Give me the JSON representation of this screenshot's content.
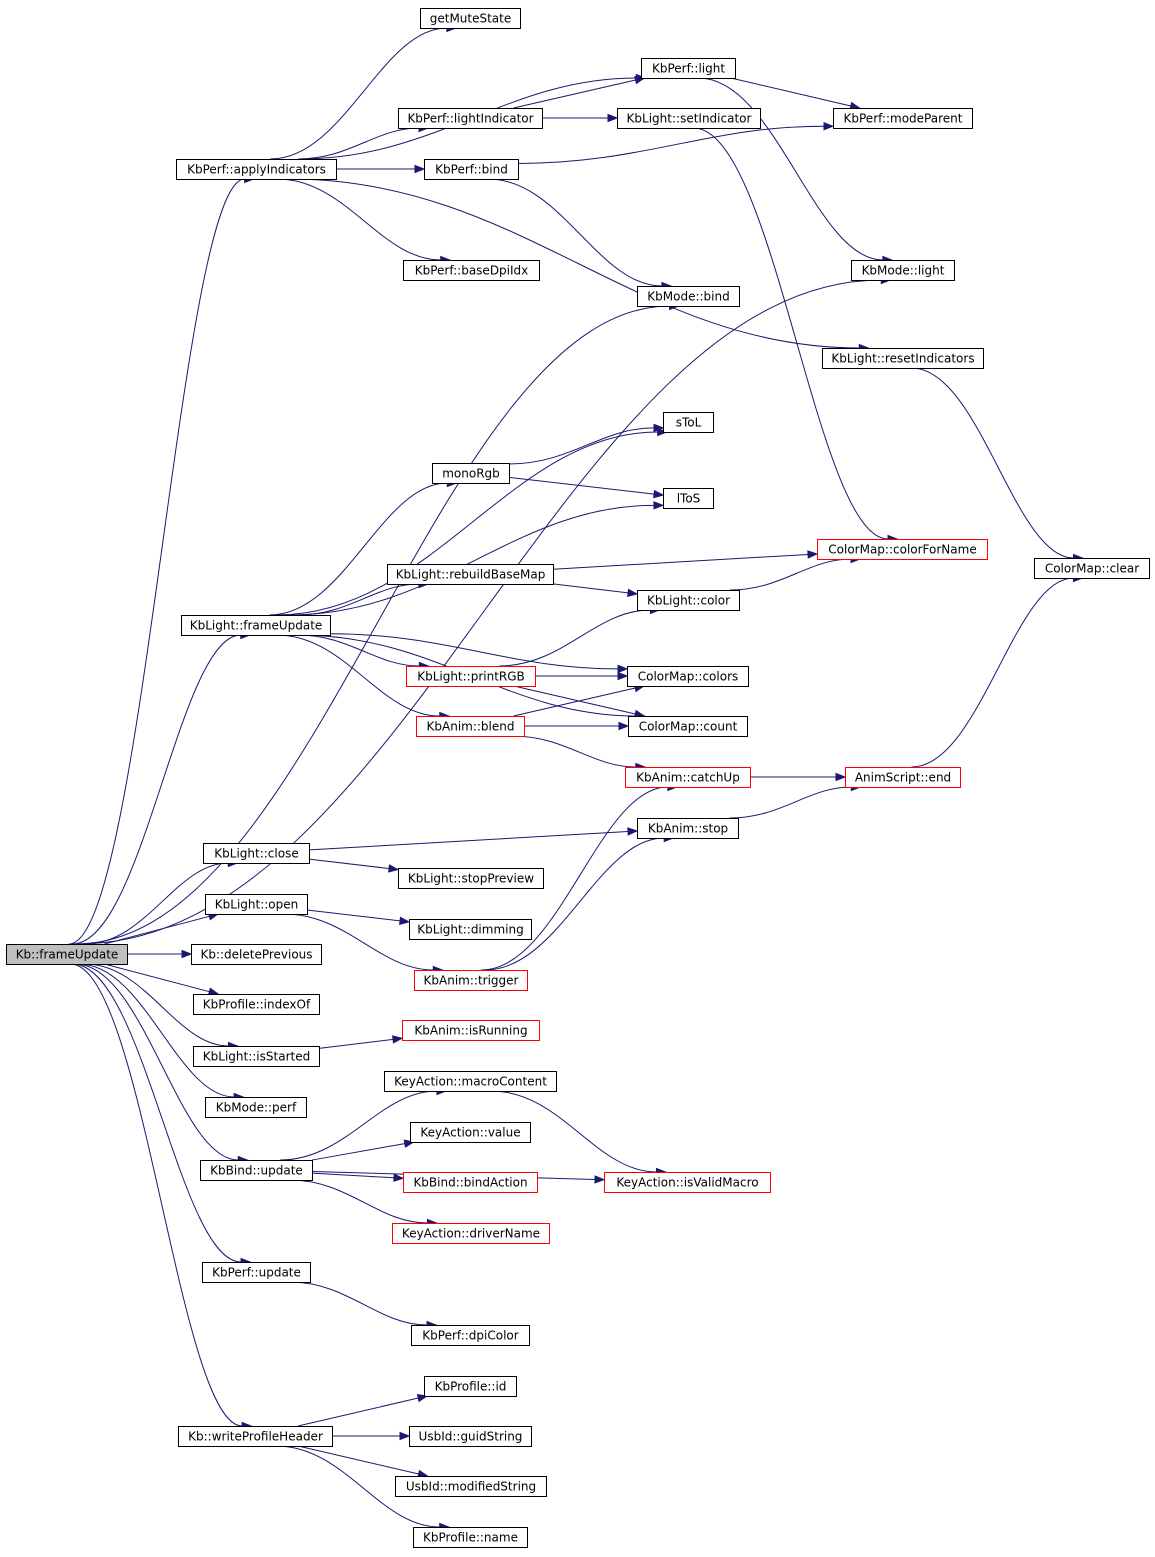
{
  "colors": {
    "edge": "#191970",
    "border_default": "#000000",
    "border_truncated": "#ff0000",
    "root_fill": "#bfbfbf",
    "node_fill": "#ffffff"
  },
  "nodes": [
    {
      "id": "kb_frameUpdate",
      "label": "Kb::frameUpdate",
      "kind": "root"
    },
    {
      "id": "getMuteState",
      "label": "getMuteState",
      "kind": "normal"
    },
    {
      "id": "kbperf_light",
      "label": "KbPerf::light",
      "kind": "normal"
    },
    {
      "id": "kbperf_lightIndicator",
      "label": "KbPerf::lightIndicator",
      "kind": "normal"
    },
    {
      "id": "kblight_setIndicator",
      "label": "KbLight::setIndicator",
      "kind": "normal"
    },
    {
      "id": "kbperf_modeParent",
      "label": "KbPerf::modeParent",
      "kind": "normal"
    },
    {
      "id": "kbperf_applyIndicators",
      "label": "KbPerf::applyIndicators",
      "kind": "normal"
    },
    {
      "id": "kbperf_bind",
      "label": "KbPerf::bind",
      "kind": "normal"
    },
    {
      "id": "kbperf_baseDpiIdx",
      "label": "KbPerf::baseDpiIdx",
      "kind": "normal"
    },
    {
      "id": "kbmode_light",
      "label": "KbMode::light",
      "kind": "normal"
    },
    {
      "id": "kbmode_bind",
      "label": "KbMode::bind",
      "kind": "normal"
    },
    {
      "id": "kblight_resetIndicators",
      "label": "KbLight::resetIndicators",
      "kind": "normal"
    },
    {
      "id": "sToL",
      "label": "sToL",
      "kind": "normal"
    },
    {
      "id": "monoRgb",
      "label": "monoRgb",
      "kind": "normal"
    },
    {
      "id": "lToS",
      "label": "lToS",
      "kind": "normal"
    },
    {
      "id": "colormap_colorForName",
      "label": "ColorMap::colorForName",
      "kind": "truncated"
    },
    {
      "id": "colormap_clear",
      "label": "ColorMap::clear",
      "kind": "normal"
    },
    {
      "id": "kblight_rebuildBaseMap",
      "label": "KbLight::rebuildBaseMap",
      "kind": "normal"
    },
    {
      "id": "kblight_color",
      "label": "KbLight::color",
      "kind": "normal"
    },
    {
      "id": "kblight_frameUpdate",
      "label": "KbLight::frameUpdate",
      "kind": "normal"
    },
    {
      "id": "kblight_printRGB",
      "label": "KbLight::printRGB",
      "kind": "truncated"
    },
    {
      "id": "colormap_colors",
      "label": "ColorMap::colors",
      "kind": "normal"
    },
    {
      "id": "kbanim_blend",
      "label": "KbAnim::blend",
      "kind": "truncated"
    },
    {
      "id": "colormap_count",
      "label": "ColorMap::count",
      "kind": "normal"
    },
    {
      "id": "kbanim_catchUp",
      "label": "KbAnim::catchUp",
      "kind": "truncated"
    },
    {
      "id": "animscript_end",
      "label": "AnimScript::end",
      "kind": "truncated"
    },
    {
      "id": "kblight_close",
      "label": "KbLight::close",
      "kind": "normal"
    },
    {
      "id": "kbanim_stop",
      "label": "KbAnim::stop",
      "kind": "normal"
    },
    {
      "id": "kblight_stopPreview",
      "label": "KbLight::stopPreview",
      "kind": "normal"
    },
    {
      "id": "kblight_open",
      "label": "KbLight::open",
      "kind": "normal"
    },
    {
      "id": "kblight_dimming",
      "label": "KbLight::dimming",
      "kind": "normal"
    },
    {
      "id": "kb_deletePrevious",
      "label": "Kb::deletePrevious",
      "kind": "normal"
    },
    {
      "id": "kbanim_trigger",
      "label": "KbAnim::trigger",
      "kind": "truncated"
    },
    {
      "id": "kbprofile_indexOf",
      "label": "KbProfile::indexOf",
      "kind": "normal"
    },
    {
      "id": "kblight_isStarted",
      "label": "KbLight::isStarted",
      "kind": "normal"
    },
    {
      "id": "kbanim_isRunning",
      "label": "KbAnim::isRunning",
      "kind": "truncated"
    },
    {
      "id": "keyaction_macroContent",
      "label": "KeyAction::macroContent",
      "kind": "normal"
    },
    {
      "id": "kbmode_perf",
      "label": "KbMode::perf",
      "kind": "normal"
    },
    {
      "id": "keyaction_value",
      "label": "KeyAction::value",
      "kind": "normal"
    },
    {
      "id": "kbbind_update",
      "label": "KbBind::update",
      "kind": "normal"
    },
    {
      "id": "kbbind_bindAction",
      "label": "KbBind::bindAction",
      "kind": "truncated"
    },
    {
      "id": "keyaction_isValidMacro",
      "label": "KeyAction::isValidMacro",
      "kind": "truncated"
    },
    {
      "id": "keyaction_driverName",
      "label": "KeyAction::driverName",
      "kind": "truncated"
    },
    {
      "id": "kbperf_update",
      "label": "KbPerf::update",
      "kind": "normal"
    },
    {
      "id": "kbperf_dpiColor",
      "label": "KbPerf::dpiColor",
      "kind": "normal"
    },
    {
      "id": "kbprofile_id",
      "label": "KbProfile::id",
      "kind": "normal"
    },
    {
      "id": "kb_writeProfileHeader",
      "label": "Kb::writeProfileHeader",
      "kind": "normal"
    },
    {
      "id": "usbid_guidString",
      "label": "UsbId::guidString",
      "kind": "normal"
    },
    {
      "id": "usbid_modifiedString",
      "label": "UsbId::modifiedString",
      "kind": "normal"
    },
    {
      "id": "kbprofile_name",
      "label": "KbProfile::name",
      "kind": "normal"
    }
  ],
  "edges": [
    {
      "from": "kb_frameUpdate",
      "to": "kbperf_applyIndicators"
    },
    {
      "from": "kb_frameUpdate",
      "to": "kbmode_bind"
    },
    {
      "from": "kb_frameUpdate",
      "to": "kbmode_light"
    },
    {
      "from": "kb_frameUpdate",
      "to": "kblight_frameUpdate"
    },
    {
      "from": "kb_frameUpdate",
      "to": "kblight_close"
    },
    {
      "from": "kb_frameUpdate",
      "to": "kblight_open"
    },
    {
      "from": "kb_frameUpdate",
      "to": "kb_deletePrevious"
    },
    {
      "from": "kb_frameUpdate",
      "to": "kbprofile_indexOf"
    },
    {
      "from": "kb_frameUpdate",
      "to": "kblight_isStarted"
    },
    {
      "from": "kb_frameUpdate",
      "to": "kbmode_perf"
    },
    {
      "from": "kb_frameUpdate",
      "to": "kbbind_update"
    },
    {
      "from": "kb_frameUpdate",
      "to": "kbperf_update"
    },
    {
      "from": "kb_frameUpdate",
      "to": "kb_writeProfileHeader"
    },
    {
      "from": "kbperf_applyIndicators",
      "to": "getMuteState"
    },
    {
      "from": "kbperf_applyIndicators",
      "to": "kbperf_light"
    },
    {
      "from": "kbperf_applyIndicators",
      "to": "kbperf_lightIndicator"
    },
    {
      "from": "kbperf_applyIndicators",
      "to": "kbperf_bind"
    },
    {
      "from": "kbperf_applyIndicators",
      "to": "kbperf_baseDpiIdx"
    },
    {
      "from": "kbperf_applyIndicators",
      "to": "kblight_resetIndicators"
    },
    {
      "from": "kbperf_lightIndicator",
      "to": "kbperf_light"
    },
    {
      "from": "kbperf_lightIndicator",
      "to": "kblight_setIndicator"
    },
    {
      "from": "kbperf_light",
      "to": "kbperf_modeParent"
    },
    {
      "from": "kbperf_light",
      "to": "kbmode_light"
    },
    {
      "from": "kbperf_bind",
      "to": "kbperf_modeParent"
    },
    {
      "from": "kbperf_bind",
      "to": "kbmode_bind"
    },
    {
      "from": "kblight_setIndicator",
      "to": "colormap_colorForName"
    },
    {
      "from": "kblight_resetIndicators",
      "to": "colormap_clear"
    },
    {
      "from": "kblight_frameUpdate",
      "to": "sToL"
    },
    {
      "from": "kblight_frameUpdate",
      "to": "monoRgb"
    },
    {
      "from": "kblight_frameUpdate",
      "to": "lToS"
    },
    {
      "from": "kblight_frameUpdate",
      "to": "kblight_rebuildBaseMap"
    },
    {
      "from": "kblight_frameUpdate",
      "to": "colormap_colors"
    },
    {
      "from": "kblight_frameUpdate",
      "to": "kblight_printRGB"
    },
    {
      "from": "kblight_frameUpdate",
      "to": "kbanim_blend"
    },
    {
      "from": "kblight_frameUpdate",
      "to": "colormap_count"
    },
    {
      "from": "monoRgb",
      "to": "sToL"
    },
    {
      "from": "monoRgb",
      "to": "lToS"
    },
    {
      "from": "kblight_rebuildBaseMap",
      "to": "colormap_colorForName"
    },
    {
      "from": "kblight_rebuildBaseMap",
      "to": "kblight_color"
    },
    {
      "from": "kblight_color",
      "to": "colormap_colorForName"
    },
    {
      "from": "kblight_printRGB",
      "to": "kblight_color"
    },
    {
      "from": "kblight_printRGB",
      "to": "colormap_colors"
    },
    {
      "from": "kblight_printRGB",
      "to": "colormap_count"
    },
    {
      "from": "kbanim_blend",
      "to": "colormap_colors"
    },
    {
      "from": "kbanim_blend",
      "to": "colormap_count"
    },
    {
      "from": "kbanim_blend",
      "to": "kbanim_catchUp"
    },
    {
      "from": "kbanim_catchUp",
      "to": "animscript_end"
    },
    {
      "from": "animscript_end",
      "to": "colormap_clear"
    },
    {
      "from": "kbanim_stop",
      "to": "animscript_end"
    },
    {
      "from": "kblight_close",
      "to": "kbanim_stop"
    },
    {
      "from": "kblight_close",
      "to": "kblight_stopPreview"
    },
    {
      "from": "kblight_open",
      "to": "kblight_dimming"
    },
    {
      "from": "kblight_open",
      "to": "kbanim_trigger"
    },
    {
      "from": "kbanim_trigger",
      "to": "kbanim_catchUp"
    },
    {
      "from": "kbanim_trigger",
      "to": "kbanim_stop"
    },
    {
      "from": "kblight_isStarted",
      "to": "kbanim_isRunning"
    },
    {
      "from": "kbbind_update",
      "to": "keyaction_macroContent"
    },
    {
      "from": "kbbind_update",
      "to": "keyaction_value"
    },
    {
      "from": "kbbind_update",
      "to": "kbbind_bindAction"
    },
    {
      "from": "kbbind_update",
      "to": "keyaction_driverName"
    },
    {
      "from": "kbbind_update",
      "to": "keyaction_isValidMacro"
    },
    {
      "from": "keyaction_macroContent",
      "to": "keyaction_isValidMacro"
    },
    {
      "from": "kbperf_update",
      "to": "kbperf_dpiColor"
    },
    {
      "from": "kb_writeProfileHeader",
      "to": "kbprofile_id"
    },
    {
      "from": "kb_writeProfileHeader",
      "to": "usbid_guidString"
    },
    {
      "from": "kb_writeProfileHeader",
      "to": "usbid_modifiedString"
    },
    {
      "from": "kb_writeProfileHeader",
      "to": "kbprofile_name"
    }
  ]
}
